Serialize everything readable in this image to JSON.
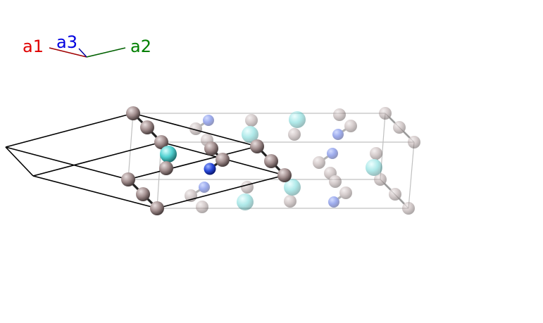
{
  "axes": {
    "a1": {
      "label": "a1",
      "color": "#e00000"
    },
    "a2": {
      "label": "a2",
      "color": "#008000"
    },
    "a3": {
      "label": "a3",
      "color": "#0000e0"
    }
  },
  "colors": {
    "background": "#ffffff",
    "cell_edge": "#000000",
    "cell_edge_ghost": "#c0c0c0",
    "bond": "#222222",
    "atom_grey": "#a08c8c",
    "atom_cyan": "#50d0d0",
    "atom_blue": "#2040d0"
  }
}
